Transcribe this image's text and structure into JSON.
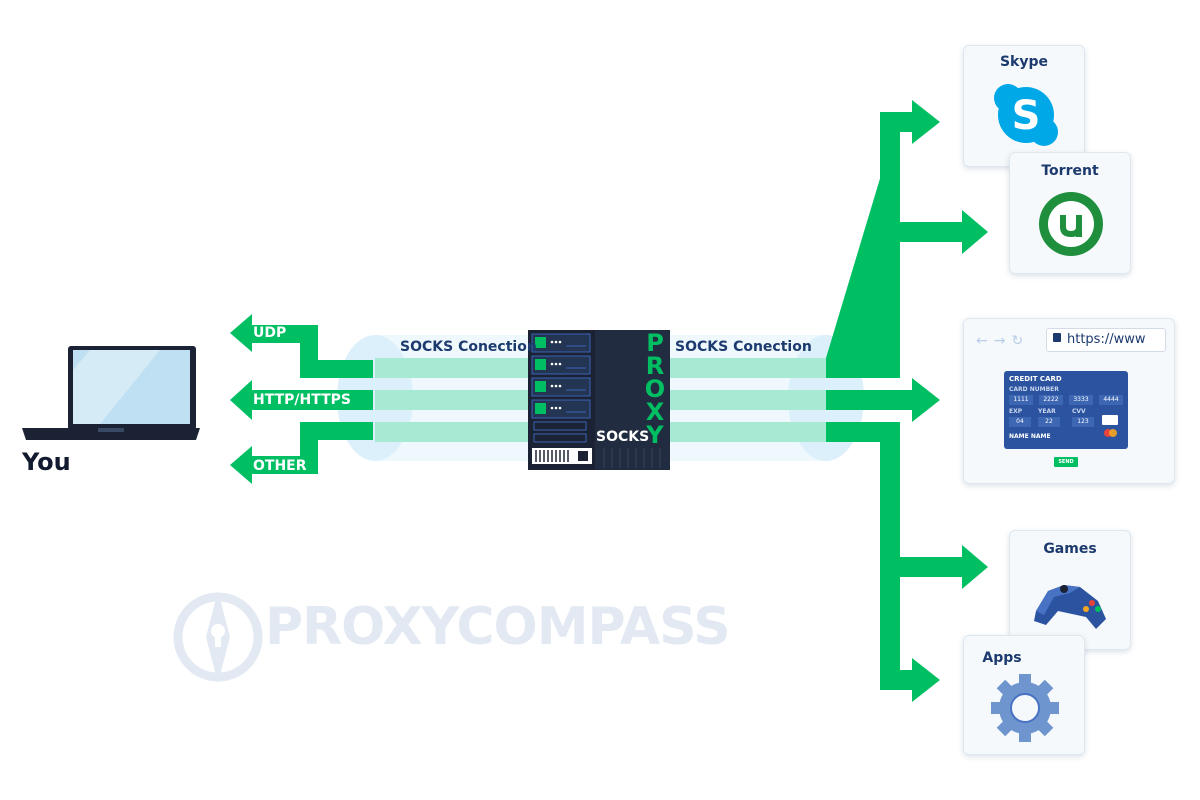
{
  "user": {
    "label": "You"
  },
  "protocols": [
    {
      "label": "UDP"
    },
    {
      "label": "HTTP/HTTPS"
    },
    {
      "label": "OTHER"
    }
  ],
  "connections": {
    "left_label": "SOCKS Conection",
    "right_label": "SOCKS Conection"
  },
  "proxy_server": {
    "vertical_label": "PROXY",
    "label": "SOCKS"
  },
  "destinations": {
    "skype": {
      "title": "Skype"
    },
    "torrent": {
      "title": "Torrent"
    },
    "browser": {
      "url": "https://www",
      "credit_card": {
        "title": "CREDIT CARD",
        "card_number_label": "CARD NUMBER",
        "number_parts": [
          "1111",
          "2222",
          "3333",
          "4444"
        ],
        "exp_label": "EXP",
        "year_label": "YEAR",
        "cvv_label": "CVV",
        "month": "04",
        "year": "22",
        "cvv": "123",
        "name_label": "NAME NAME",
        "send_label": "SEND"
      }
    },
    "games": {
      "title": "Games"
    },
    "apps": {
      "title": "Apps"
    }
  },
  "watermark": {
    "text": "PROXYCOMPASS"
  },
  "colors": {
    "arrow_green": "#00bf63",
    "tunnel_teal": "#a6ead4",
    "navy": "#1c3a6e",
    "server_dark": "#1a2233"
  }
}
